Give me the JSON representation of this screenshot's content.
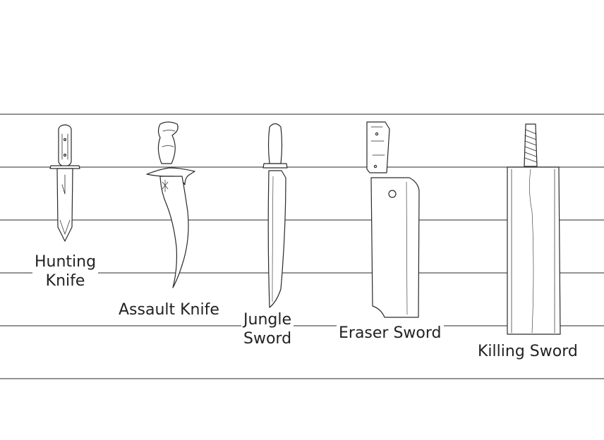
{
  "colors": {
    "background": "#ffffff",
    "line": "#555555",
    "ink": "#2a2a2a"
  },
  "weapons": [
    {
      "id": "hunting-knife",
      "icon": "hunting-knife-icon",
      "label_lines": [
        "Hunting",
        "Knife"
      ]
    },
    {
      "id": "assault-knife",
      "icon": "assault-knife-icon",
      "label_lines": [
        "Assault Knife"
      ]
    },
    {
      "id": "jungle-sword",
      "icon": "jungle-sword-icon",
      "label_lines": [
        "Jungle",
        "Sword"
      ]
    },
    {
      "id": "eraser-sword",
      "icon": "eraser-sword-icon",
      "label_lines": [
        "Eraser Sword"
      ]
    },
    {
      "id": "killing-sword",
      "icon": "killing-sword-icon",
      "label_lines": [
        "Killing Sword"
      ]
    }
  ]
}
